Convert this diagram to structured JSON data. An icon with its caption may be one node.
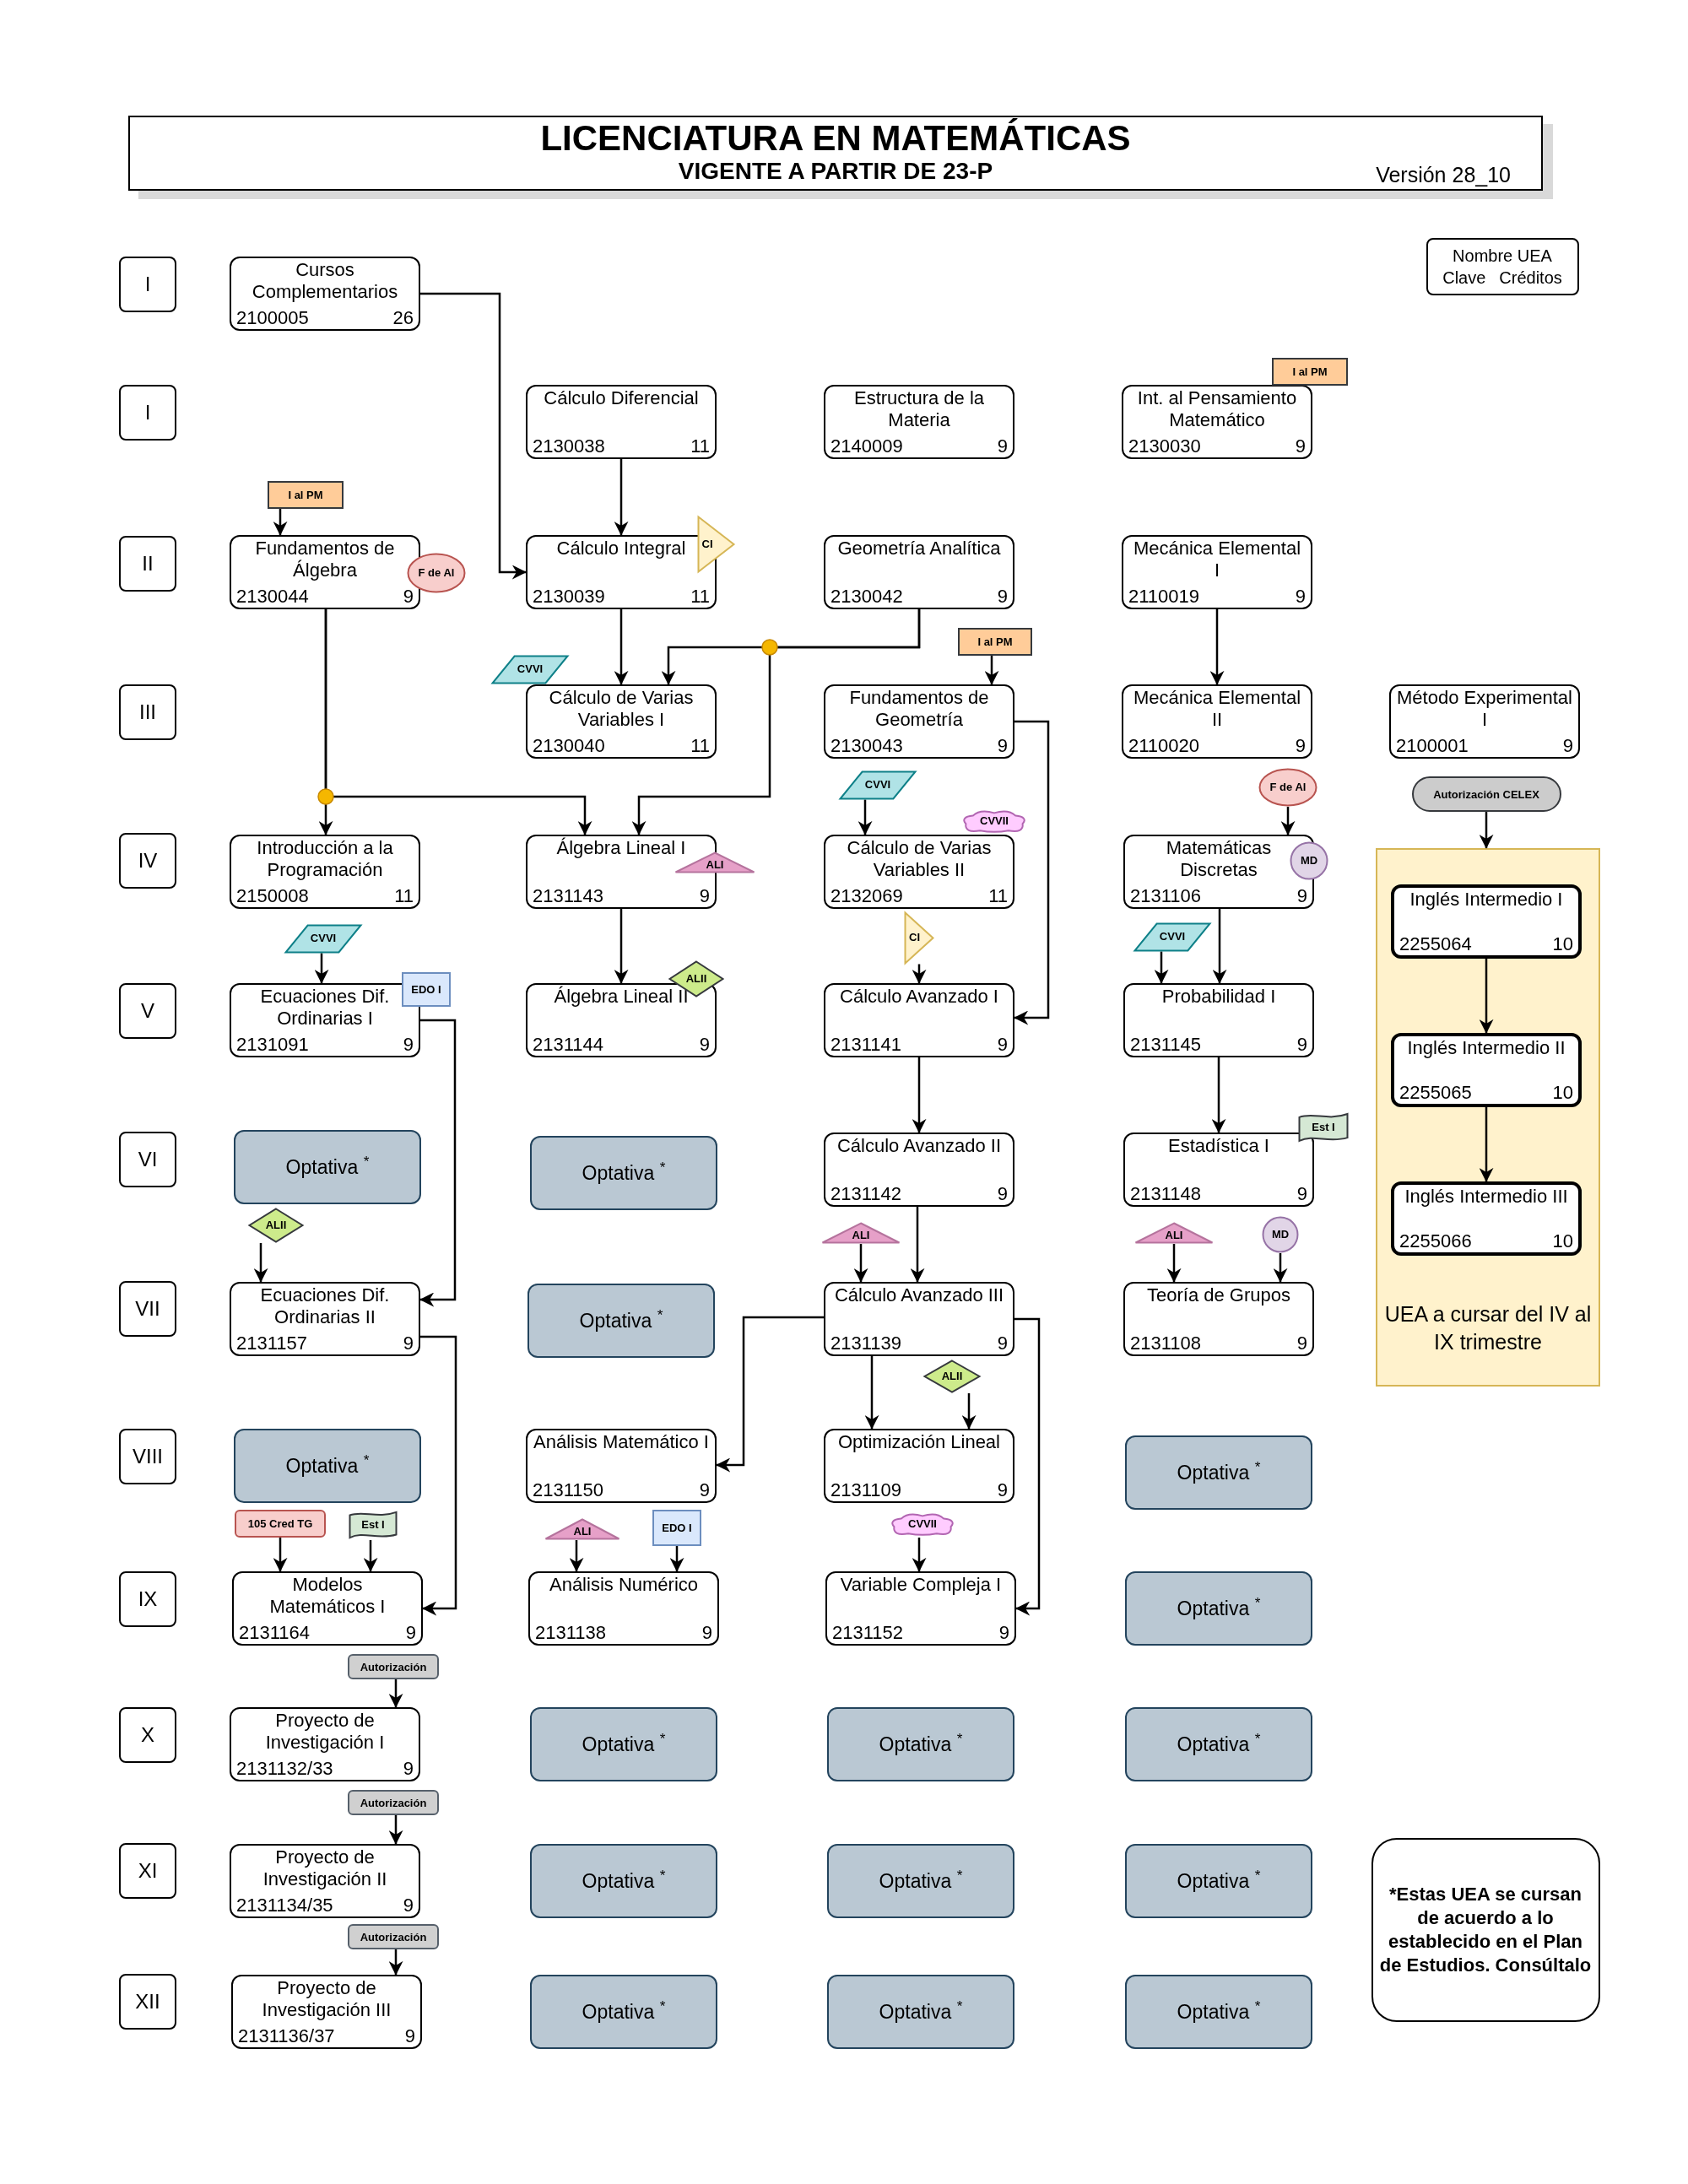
{
  "diagram": {
    "nodes": [
      {
        "text": [
          "LICENCIATURA EN MATEMÁTICAS",
          "VIGENTE A PARTIR DE 23-P",
          "Versión 28_10"
        ]
      },
      {
        "text": [
          "Nombre UEA",
          "Clave",
          "Créditos"
        ]
      },
      {
        "text": [
          "I"
        ]
      },
      {
        "text": [
          "Cursos Complementarios",
          "2100005",
          "26"
        ]
      },
      {
        "text": [
          "I"
        ]
      },
      {
        "text": [
          "Cálculo Diferencial",
          "2130038",
          "11"
        ]
      },
      {
        "text": [
          "Estructura de la Materia",
          "2140009",
          "9"
        ]
      },
      {
        "text": [
          "I al PM"
        ]
      },
      {
        "text": [
          "Int. al Pensamiento Matemático",
          "2130030",
          "9"
        ]
      },
      {
        "text": [
          "II"
        ]
      },
      {
        "text": [
          "I al PM"
        ]
      },
      {
        "text": [
          "Fundamentos de Álgebra",
          "2130044",
          "9"
        ]
      },
      {
        "text": [
          "F de Al"
        ]
      },
      {
        "text": [
          "Cálculo Integral",
          "2130039",
          "11"
        ]
      },
      {
        "text": [
          "CI"
        ]
      },
      {
        "text": [
          "Geometría Analítica",
          "2130042",
          "9"
        ]
      },
      {
        "text": [
          "Mecánica Elemental I",
          "2110019",
          "9"
        ]
      },
      {
        "text": [
          "III"
        ]
      },
      {
        "text": [
          "CVVI"
        ]
      },
      {
        "text": [
          "Cálculo de Varias Variables I",
          "2130040",
          "11"
        ]
      },
      {
        "text": [
          "I al PM"
        ]
      },
      {
        "text": [
          "Fundamentos de Geometría",
          "2130043",
          "9"
        ]
      },
      {
        "text": [
          "Mecánica Elemental II",
          "2110020",
          "9"
        ]
      },
      {
        "text": [
          "Método Experimental I",
          "2100001",
          "9"
        ]
      },
      {
        "text": [
          "IV"
        ]
      },
      {
        "text": [
          "Introducción a la Programación",
          "2150008",
          "11"
        ]
      },
      {
        "text": [
          "Álgebra Lineal I",
          "2131143",
          "9"
        ]
      },
      {
        "text": [
          "ALI"
        ]
      },
      {
        "text": [
          "CVVI"
        ]
      },
      {
        "text": [
          "CVVII"
        ]
      },
      {
        "text": [
          "Cálculo de Varias Variables II",
          "2132069",
          "11"
        ]
      },
      {
        "text": [
          "F de Al"
        ]
      },
      {
        "text": [
          "Matemáticas Discretas",
          "2131106",
          "9"
        ]
      },
      {
        "text": [
          "MD"
        ]
      },
      {
        "text": [
          "Autorización CELEX"
        ]
      },
      {
        "text": [
          "UEA a cursar del IV al IX trimestre"
        ]
      },
      {
        "text": [
          "Inglés Intermedio I",
          "2255064",
          "10"
        ],
        "in": 35
      },
      {
        "text": [
          "Inglés Intermedio II",
          "2255065",
          "10"
        ],
        "in": 35
      },
      {
        "text": [
          "Inglés Intermedio III",
          "2255066",
          "10"
        ],
        "in": 35
      },
      {
        "text": [
          "V"
        ]
      },
      {
        "text": [
          "CVVI"
        ]
      },
      {
        "text": [
          "Ecuaciones Dif. Ordinarias I",
          "2131091",
          "9"
        ]
      },
      {
        "text": [
          "EDO I"
        ]
      },
      {
        "text": [
          "Álgebra Lineal II",
          "2131144",
          "9"
        ]
      },
      {
        "text": [
          "ALII"
        ]
      },
      {
        "text": [
          "CI"
        ]
      },
      {
        "text": [
          "Cálculo Avanzado I",
          "2131141",
          "9"
        ]
      },
      {
        "text": [
          "CVVI"
        ]
      },
      {
        "text": [
          "Probabilidad I",
          "2131145",
          "9"
        ]
      },
      {
        "text": [
          "VI"
        ]
      },
      {
        "text": [
          "Optativa $^{*}$"
        ]
      },
      {
        "text": [
          "Optativa $^{*}$"
        ]
      },
      {
        "text": [
          "Cálculo Avanzado II",
          "2131142",
          "9"
        ]
      },
      {
        "text": [
          "Estadística I",
          "2131148",
          "9"
        ]
      },
      {
        "text": [
          "Est I"
        ]
      },
      {
        "text": [
          "VII"
        ]
      },
      {
        "text": [
          "ALII"
        ]
      },
      {
        "text": [
          "Ecuaciones Dif. Ordinarias II",
          "2131157",
          "9"
        ]
      },
      {
        "text": [
          "Optativa $^{*}$"
        ]
      },
      {
        "text": [
          "ALI"
        ]
      },
      {
        "text": [
          "Cálculo Avanzado III",
          "2131139",
          "9"
        ]
      },
      {
        "text": [
          "ALI"
        ]
      },
      {
        "text": [
          "MD"
        ]
      },
      {
        "text": [
          "Teoría de Grupos",
          "2131108",
          "9"
        ]
      },
      {
        "text": [
          "VIII"
        ]
      },
      {
        "text": [
          "Optativa $^{*}$"
        ]
      },
      {
        "text": [
          "Análisis Matemático I",
          "2131150",
          "9"
        ]
      },
      {
        "text": [
          "ALII"
        ]
      },
      {
        "text": [
          "Optimización Lineal",
          "2131109",
          "9"
        ]
      },
      {
        "text": [
          "Optativa $^{*}$"
        ]
      },
      {
        "text": [
          "IX"
        ]
      },
      {
        "text": [
          "105 Cred TG"
        ]
      },
      {
        "text": [
          "Est I"
        ]
      },
      {
        "text": [
          "Modelos Matemáticos I",
          "2131164",
          "9"
        ]
      },
      {
        "text": [
          "ALI"
        ]
      },
      {
        "text": [
          "EDO I"
        ]
      },
      {
        "text": [
          "Análisis Numérico",
          "2131138",
          "9"
        ]
      },
      {
        "text": [
          "CVVII"
        ]
      },
      {
        "text": [
          "Variable Compleja I",
          "2131152",
          "9"
        ]
      },
      {
        "text": [
          "Optativa $^{*}$"
        ]
      },
      {
        "text": [
          "Autorización"
        ]
      },
      {
        "text": [
          "X"
        ]
      },
      {
        "text": [
          "Proyecto de Investigación I",
          "2131132/33",
          "9"
        ]
      },
      {
        "text": [
          "Optativa $^{*}$"
        ]
      },
      {
        "text": [
          "Optativa $^{*}$"
        ]
      },
      {
        "text": [
          "Optativa $^{*}$"
        ]
      },
      {
        "text": [
          "Autorización"
        ]
      },
      {
        "text": [
          "XI"
        ]
      },
      {
        "text": [
          "Proyecto de Investigación II",
          "2131134/35",
          "9"
        ]
      },
      {
        "text": [
          "Optativa $^{*}$"
        ]
      },
      {
        "text": [
          "Optativa $^{*}$"
        ]
      },
      {
        "text": [
          "Optativa $^{*}$"
        ]
      },
      {
        "text": [
          "*Estas UEA se cursan de acuerdo a lo establecido en el Plan de Estudios. Consúltalo"
        ]
      },
      {
        "text": [
          "Autorización"
        ]
      },
      {
        "text": [
          "XII"
        ]
      },
      {
        "text": [
          "Proyecto de Investigación III",
          "2131136/37",
          "9"
        ]
      },
      {
        "text": [
          "Optativa $^{*}$"
        ]
      },
      {
        "text": [
          "Optativa $^{*}$"
        ]
      },
      {
        "text": [
          "Optativa $^{*}$"
        ]
      }
    ],
    "edges": [
      {
        "from": 3,
        "to": 13,
        "arrow": "to"
      },
      {
        "from": 5,
        "to": 13,
        "arrow": "to"
      },
      {
        "from": 10,
        "to": 11,
        "arrow": "to"
      },
      {
        "from": 13,
        "to": 19,
        "arrow": "to"
      },
      {
        "from": 15,
        "to": 19,
        "arrow": "to"
      },
      {
        "from": 15,
        "to": 26,
        "arrow": "to"
      },
      {
        "from": 11,
        "to": 25,
        "arrow": "to"
      },
      {
        "from": 11,
        "to": 26,
        "arrow": "to"
      },
      {
        "from": 20,
        "to": 21,
        "arrow": "to"
      },
      {
        "from": 16,
        "to": 22,
        "arrow": "to"
      },
      {
        "from": 21,
        "to": 46,
        "arrow": "to"
      },
      {
        "from": 28,
        "to": 30,
        "arrow": "to"
      },
      {
        "from": 31,
        "to": 32,
        "arrow": "to"
      },
      {
        "from": 34,
        "to": 35,
        "arrow": "to"
      },
      {
        "from": 36,
        "to": 37,
        "arrow": "to"
      },
      {
        "from": 37,
        "to": 38,
        "arrow": "to"
      },
      {
        "from": 40,
        "to": 41,
        "arrow": "to"
      },
      {
        "from": 26,
        "to": 43,
        "arrow": "to"
      },
      {
        "from": 45,
        "to": 46,
        "arrow": "to"
      },
      {
        "from": 47,
        "to": 48,
        "arrow": "to"
      },
      {
        "from": 32,
        "to": 48,
        "arrow": "to"
      },
      {
        "from": 41,
        "to": 57,
        "arrow": "to"
      },
      {
        "from": 46,
        "to": 52,
        "arrow": "to"
      },
      {
        "from": 48,
        "to": 53,
        "arrow": "to"
      },
      {
        "from": 56,
        "to": 57,
        "arrow": "to"
      },
      {
        "from": 59,
        "to": 60,
        "arrow": "to"
      },
      {
        "from": 52,
        "to": 60,
        "arrow": "to"
      },
      {
        "from": 61,
        "to": 63,
        "arrow": "to"
      },
      {
        "from": 62,
        "to": 63,
        "arrow": "to"
      },
      {
        "from": 60,
        "to": 66,
        "arrow": "to"
      },
      {
        "from": 60,
        "to": 68,
        "arrow": "to"
      },
      {
        "from": 67,
        "to": 68,
        "arrow": "to"
      },
      {
        "from": 60,
        "to": 78,
        "arrow": "to"
      },
      {
        "from": 57,
        "to": 73,
        "arrow": "to"
      },
      {
        "from": 71,
        "to": 73,
        "arrow": "to"
      },
      {
        "from": 72,
        "to": 73,
        "arrow": "to"
      },
      {
        "from": 74,
        "to": 76,
        "arrow": "to"
      },
      {
        "from": 75,
        "to": 76,
        "arrow": "to"
      },
      {
        "from": 77,
        "to": 78,
        "arrow": "to"
      },
      {
        "from": 80,
        "to": 82,
        "arrow": "to"
      },
      {
        "from": 86,
        "to": 88,
        "arrow": "to"
      },
      {
        "from": 93,
        "to": 95,
        "arrow": "to"
      }
    ]
  }
}
